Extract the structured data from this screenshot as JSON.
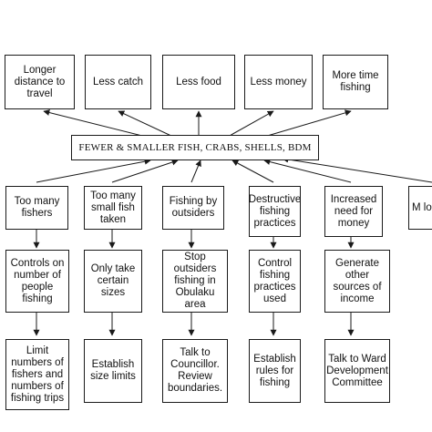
{
  "center": {
    "label": "FEWER & SMALLER FISH, CRABS, SHELLS, BDM"
  },
  "effects": [
    {
      "label": "Longer distance to travel"
    },
    {
      "label": "Less catch"
    },
    {
      "label": "Less food"
    },
    {
      "label": "Less money"
    },
    {
      "label": "More time fishing"
    }
  ],
  "causes": [
    {
      "label": "Too many fishers"
    },
    {
      "label": "Too many small fish taken"
    },
    {
      "label": "Fishing by outsiders"
    },
    {
      "label": "Destructive fishing practices"
    },
    {
      "label": "Increased need for money"
    },
    {
      "label": "M lon"
    }
  ],
  "objectives": [
    {
      "label": "Controls on number of people fishing"
    },
    {
      "label": "Only take certain sizes"
    },
    {
      "label": "Stop outsiders fishing in Obulaku area"
    },
    {
      "label": "Control fishing practices used"
    },
    {
      "label": "Generate other sources of income"
    }
  ],
  "actions": [
    {
      "label": "Limit numbers of fishers and numbers of fishing trips"
    },
    {
      "label": "Establish size limits"
    },
    {
      "label": "Talk to Councillor. Review boundaries."
    },
    {
      "label": "Establish rules for fishing"
    },
    {
      "label": "Talk to Ward Development Committee"
    }
  ]
}
